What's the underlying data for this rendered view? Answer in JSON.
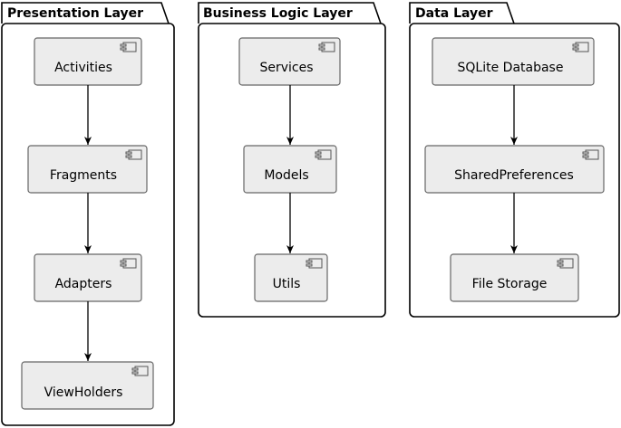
{
  "packages": [
    {
      "title": "Presentation Layer",
      "components": [
        "Activities",
        "Fragments",
        "Adapters",
        "ViewHolders"
      ]
    },
    {
      "title": "Business Logic Layer",
      "components": [
        "Services",
        "Models",
        "Utils"
      ]
    },
    {
      "title": "Data Layer",
      "components": [
        "SQLite Database",
        "SharedPreferences",
        "File Storage"
      ]
    }
  ],
  "colors": {
    "component_fill": "#ececec",
    "stroke": "#000000",
    "component_stroke": "#666666"
  }
}
